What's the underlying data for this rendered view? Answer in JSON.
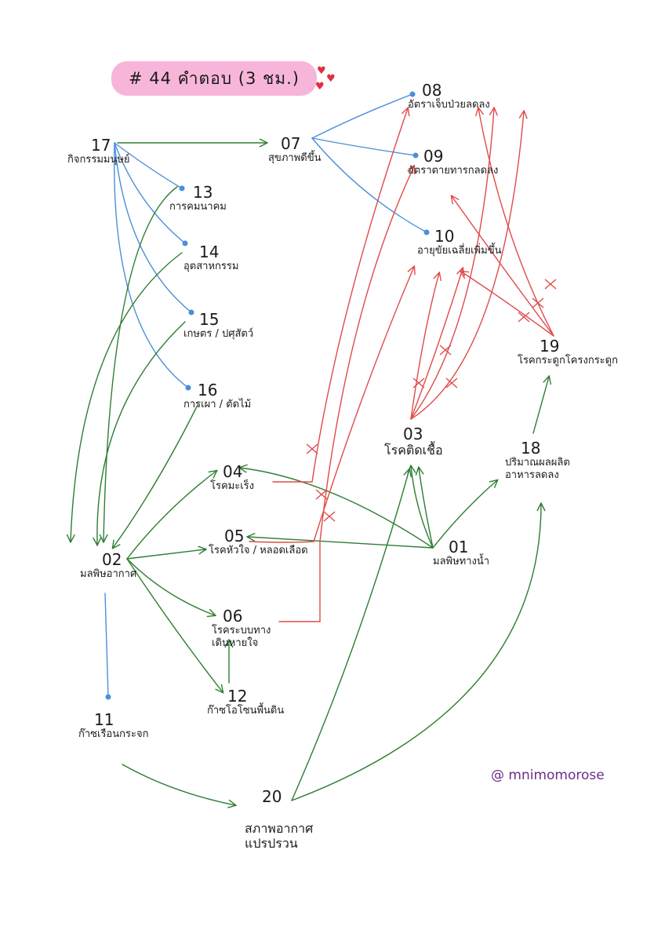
{
  "title": "# 44 คำตอบ (3 ชม.)",
  "credit": "@ mnimomorose",
  "colors": {
    "cause": "#2e7d32",
    "link": "#4a90d9",
    "negative": "#e04a4a",
    "title_bg": "#f7b6d9",
    "credit": "#6b2d8a"
  },
  "nodes": {
    "n01": {
      "num": "01",
      "label": "มลพิษทางน้ำ"
    },
    "n02": {
      "num": "02",
      "label": "มลพิษอากาศ"
    },
    "n03": {
      "num": "03",
      "label": "โรคติดเชื้อ"
    },
    "n04": {
      "num": "04",
      "label": "โรคมะเร็ง"
    },
    "n05": {
      "num": "05",
      "label": "โรคหัวใจ / หลอดเลือด"
    },
    "n06": {
      "num": "06",
      "label": "โรคระบบทางเดินหายใจ"
    },
    "n07": {
      "num": "07",
      "label": "สุขภาพดีขึ้น"
    },
    "n08": {
      "num": "08",
      "label": "อัตราเจ็บป่วยลดลง"
    },
    "n09": {
      "num": "09",
      "label": "อัตราตายทารกลดลง"
    },
    "n10": {
      "num": "10",
      "label": "อายุขัยเฉลี่ยเพิ่มขึ้น"
    },
    "n11": {
      "num": "11",
      "label": "ก๊าซเรือนกระจก"
    },
    "n12": {
      "num": "12",
      "label": "ก๊าซโอโซนพื้นดิน"
    },
    "n13": {
      "num": "13",
      "label": "การคมนาคม"
    },
    "n14": {
      "num": "14",
      "label": "อุตสาหกรรม"
    },
    "n15": {
      "num": "15",
      "label": "เกษตร / ปศุสัตว์"
    },
    "n16": {
      "num": "16",
      "label": "การเผา / ตัดไม้"
    },
    "n17": {
      "num": "17",
      "label": "กิจกรรมมนุษย์"
    },
    "n18": {
      "num": "18",
      "label": "ปริมาณผลผลิตอาหารลดลง"
    },
    "n19": {
      "num": "19",
      "label": "โรคกระดูกโครงกระดูก"
    },
    "n20": {
      "num": "20",
      "label": "สภาพอากาศแปรปรวน"
    }
  }
}
